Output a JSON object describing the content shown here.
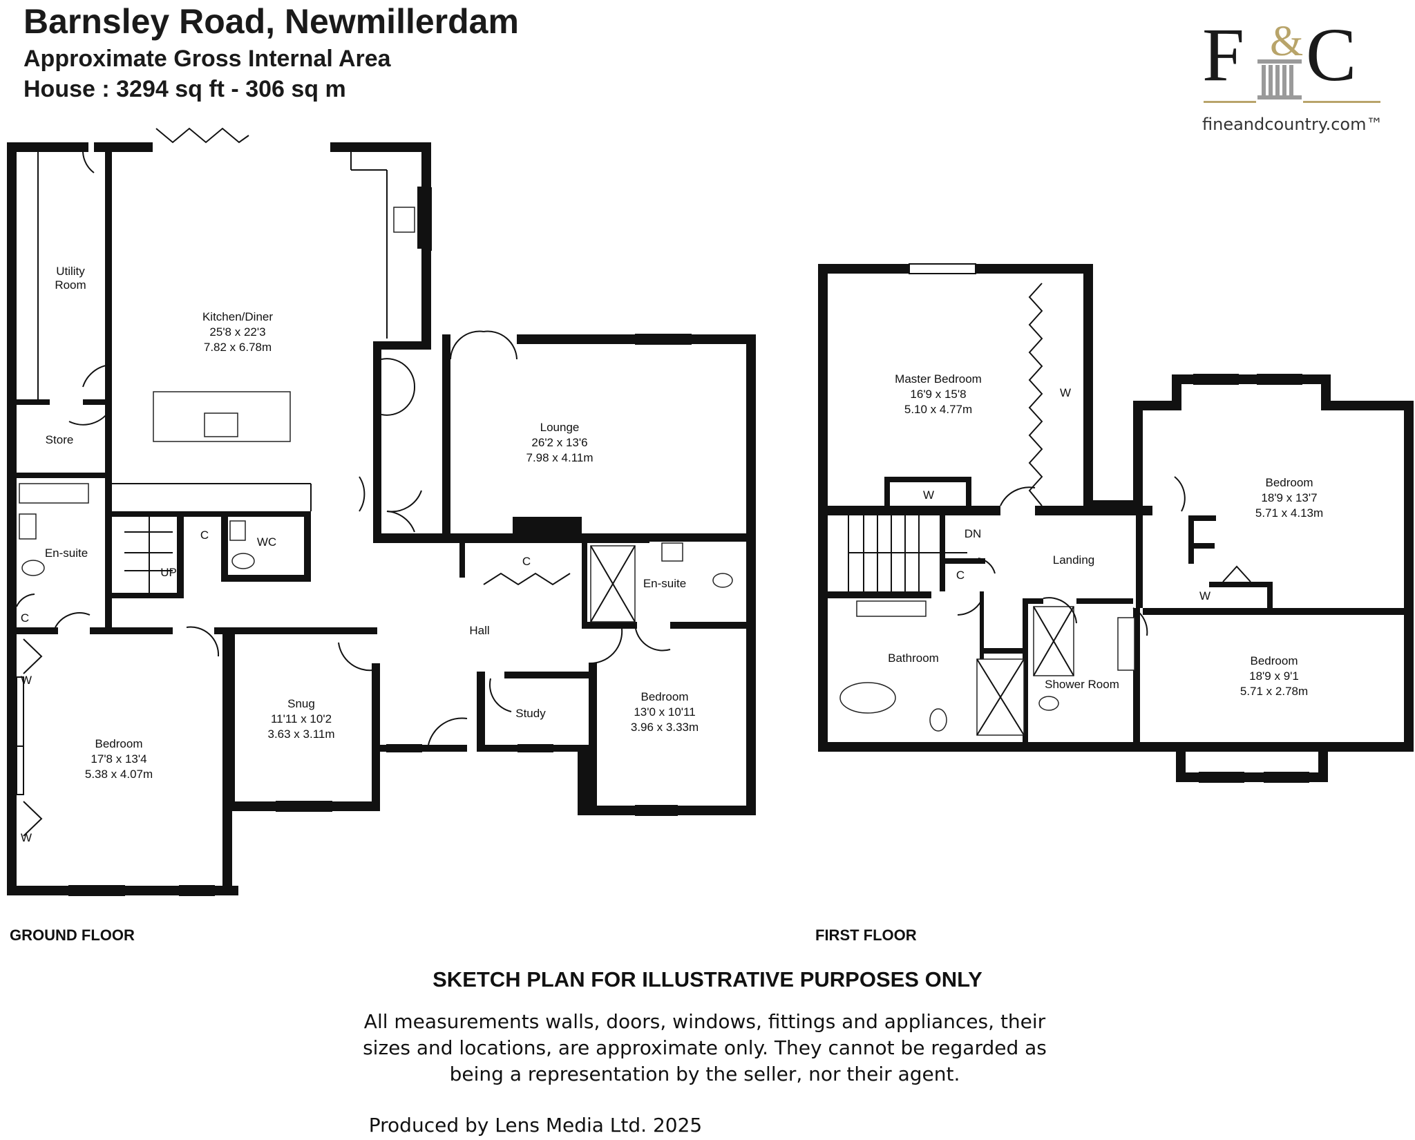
{
  "header": {
    "title": "Barnsley Road, Newmillerdam",
    "subtitle_area": "Approximate Gross Internal Area",
    "subtitle_house": "House : 3294 sq ft - 306 sq m"
  },
  "logo": {
    "left_letter": "F",
    "ampersand": "&",
    "right_letter": "C",
    "website": "fineandcountry.com™",
    "accent_color": "#b8a46a",
    "icon": "pillar-icon"
  },
  "ground_floor": {
    "label": "GROUND FLOOR",
    "rooms": {
      "utility": "Utility\nRoom",
      "utility_l1": "Utility",
      "utility_l2": "Room",
      "store": "Store",
      "kitchen": "Kitchen/Diner",
      "kitchen_imp": "25'8 x 22'3",
      "kitchen_met": "7.82 x 6.78m",
      "lounge": "Lounge",
      "lounge_imp": "26'2 x 13'6",
      "lounge_met": "7.98 x 4.11m",
      "ensuite1": "En-suite",
      "c1": "C",
      "c2": "C",
      "wc": "WC",
      "c3": "C",
      "ensuite2": "En-suite",
      "hall": "Hall",
      "up": "UP",
      "w1": "W",
      "w2": "W",
      "bed1": "Bedroom",
      "bed1_imp": "17'8 x 13'4",
      "bed1_met": "5.38 x 4.07m",
      "snug": "Snug",
      "snug_imp": "11'11 x 10'2",
      "snug_met": "3.63 x 3.11m",
      "study": "Study",
      "bed2": "Bedroom",
      "bed2_imp": "13'0 x 10'11",
      "bed2_met": "3.96 x 3.33m"
    }
  },
  "first_floor": {
    "label": "FIRST FLOOR",
    "rooms": {
      "master": "Master Bedroom",
      "master_imp": "16'9 x 15'8",
      "master_met": "5.10 x 4.77m",
      "w_master_side": "W",
      "w_master_bottom": "W",
      "dn": "DN",
      "landing": "Landing",
      "c": "C",
      "bathroom": "Bathroom",
      "shower": "Shower Room",
      "bed3": "Bedroom",
      "bed3_imp": "18'9 x 13'7",
      "bed3_met": "5.71 x 4.13m",
      "w_bed3": "W",
      "bed4": "Bedroom",
      "bed4_imp": "18'9 x 9'1",
      "bed4_met": "5.71 x 2.78m"
    }
  },
  "disclaimer": {
    "title": "SKETCH PLAN FOR ILLUSTRATIVE PURPOSES ONLY",
    "line1": "All measurements walls, doors, windows, fittings and appliances, their",
    "line2": "sizes and locations, are approximate only. They cannot be regarded as",
    "line3": "being a representation by the seller, nor their agent."
  },
  "credit": "Produced by Lens Media Ltd. 2025"
}
